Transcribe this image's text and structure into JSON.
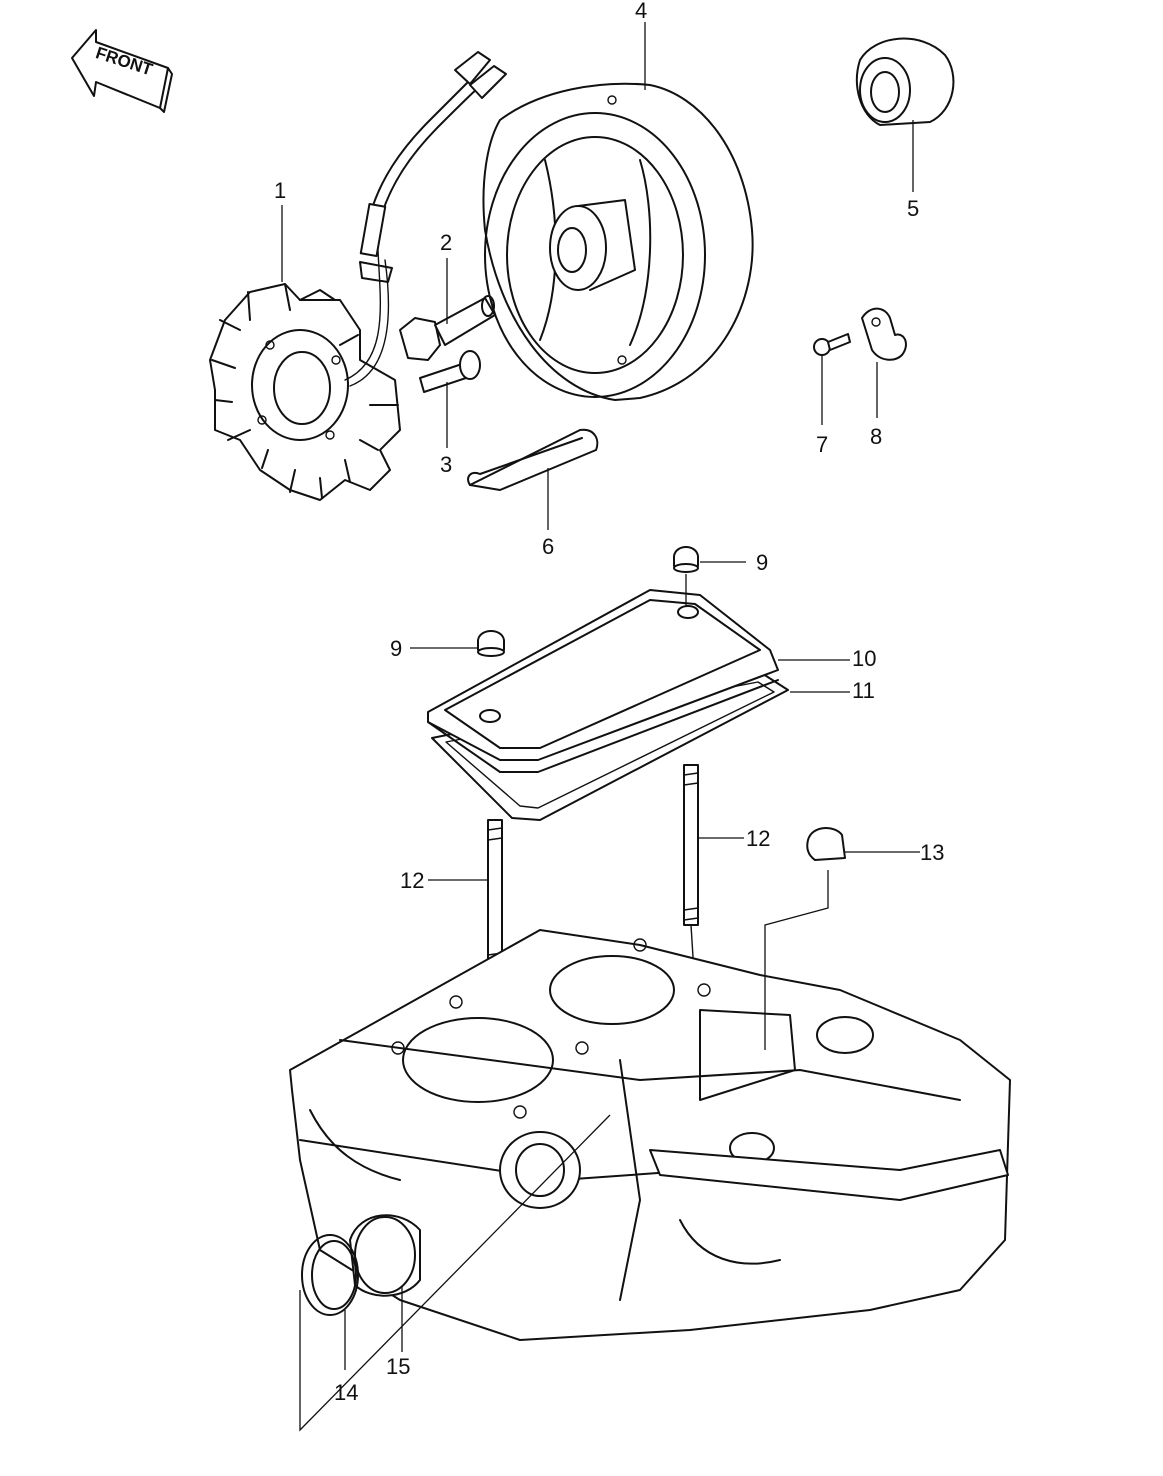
{
  "front_label": "FRONT",
  "callouts": {
    "c1": "1",
    "c2": "2",
    "c3": "3",
    "c4": "4",
    "c5": "5",
    "c6": "6",
    "c7": "7",
    "c8": "8",
    "c9a": "9",
    "c9b": "9",
    "c10": "10",
    "c11": "11",
    "c12a": "12",
    "c12b": "12",
    "c13": "13",
    "c14": "14",
    "c15": "15"
  }
}
